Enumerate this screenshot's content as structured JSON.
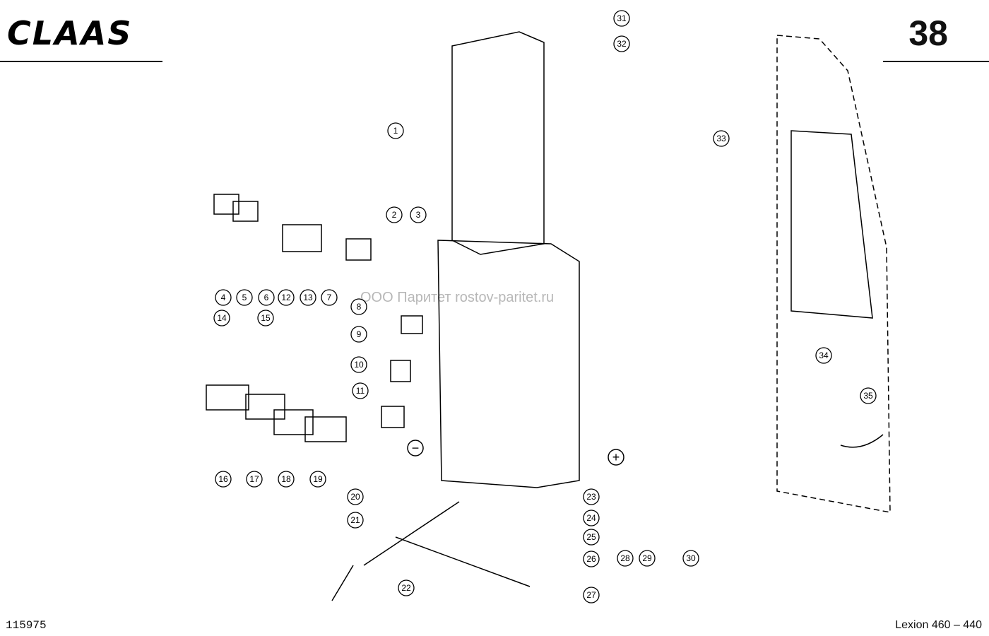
{
  "header": {
    "brand": "CLAAS",
    "page_number": "38"
  },
  "footer": {
    "drawing_number": "115975",
    "model": "Lexion 460 – 440"
  },
  "watermark": "ООО Паритет  rostov-paritet.ru",
  "symbols": {
    "minus": "−",
    "plus": "+"
  },
  "callouts": [
    "1",
    "2",
    "3",
    "4",
    "5",
    "6",
    "7",
    "8",
    "9",
    "10",
    "11",
    "12",
    "13",
    "14",
    "15",
    "16",
    "17",
    "18",
    "19",
    "20",
    "21",
    "22",
    "23",
    "24",
    "25",
    "26",
    "27",
    "28",
    "29",
    "30",
    "31",
    "32",
    "33",
    "34",
    "35"
  ]
}
